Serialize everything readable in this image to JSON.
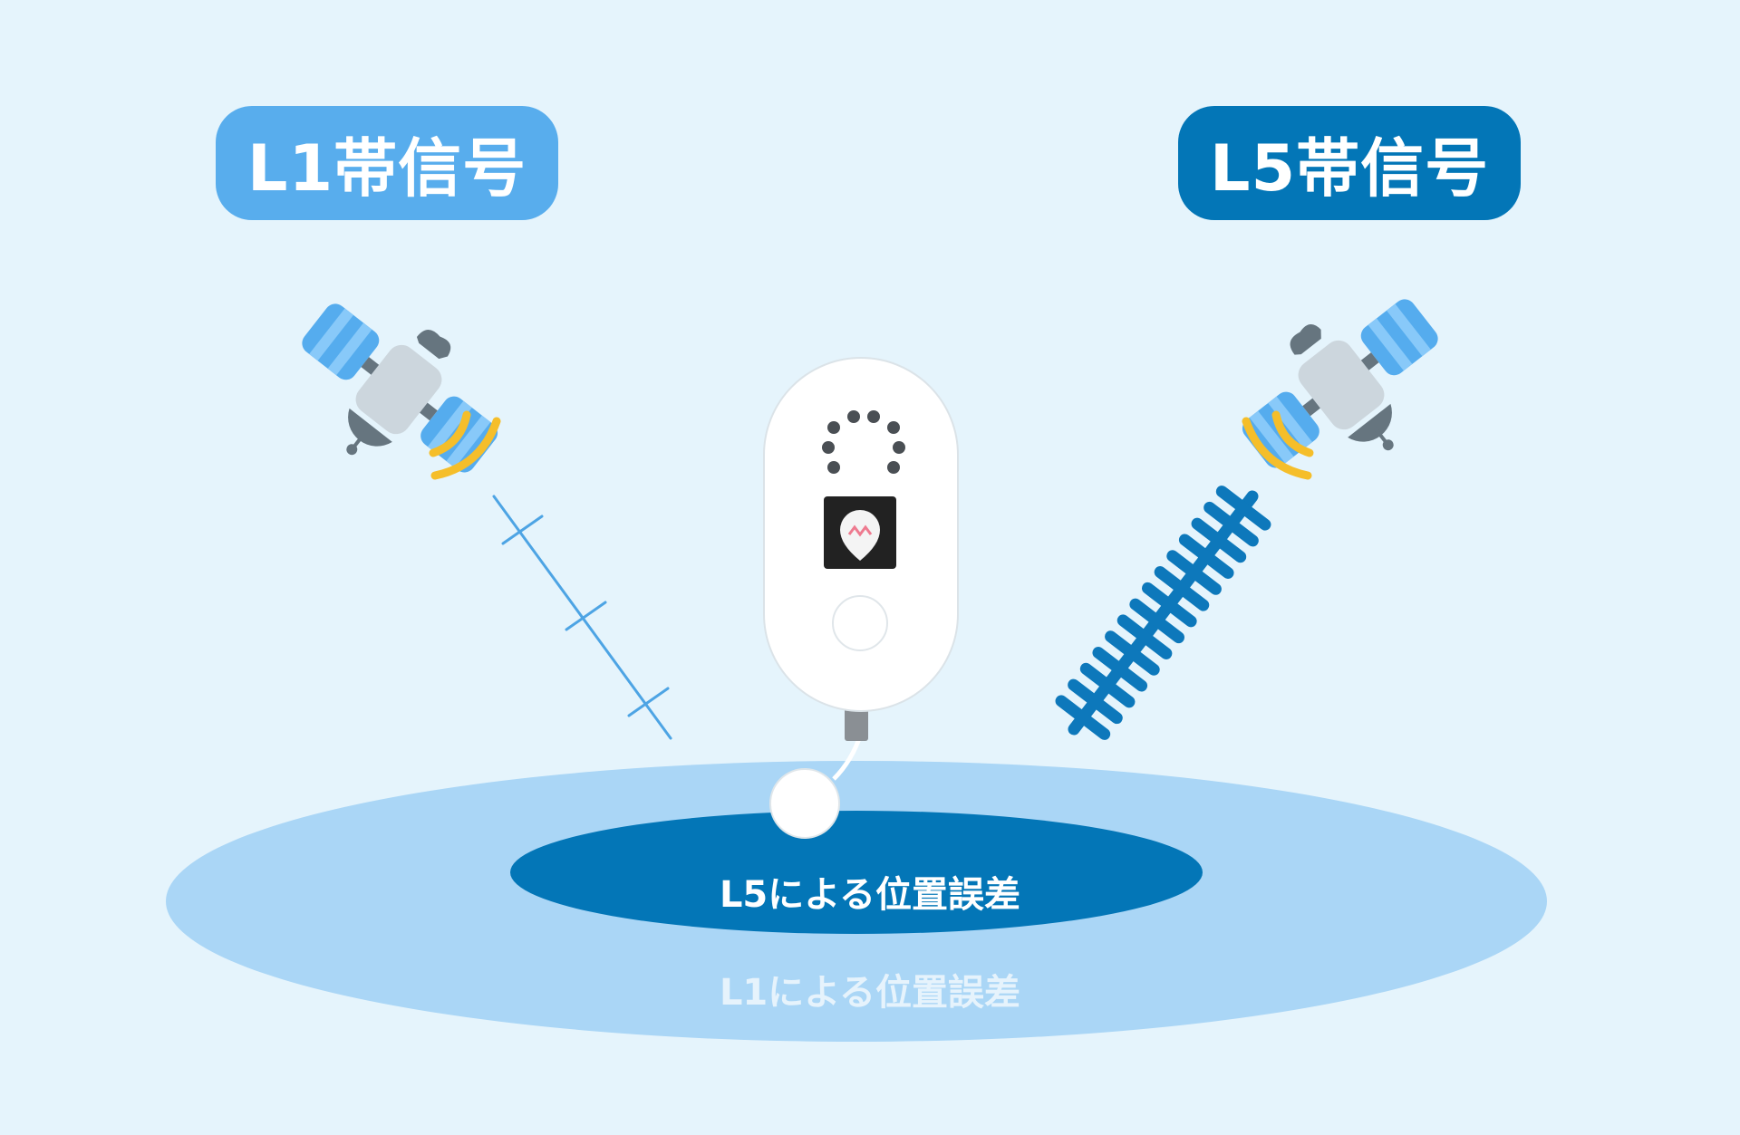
{
  "labels": {
    "l1_signal": "L1帯信号",
    "l5_signal": "L5帯信号",
    "l5_error": "L5による位置誤差",
    "l1_error": "L1による位置誤差"
  },
  "colors": {
    "background": "#e5f4fc",
    "l1_accent": "#58aded",
    "l5_accent": "#0376b7",
    "outer_ellipse": "#aad6f6",
    "inner_ellipse": "#0376b7",
    "signal_waves": "#f5be2a"
  },
  "icons": {
    "left_satellite": "satellite-icon",
    "right_satellite": "satellite-icon",
    "device": "gps-tracker-device"
  }
}
